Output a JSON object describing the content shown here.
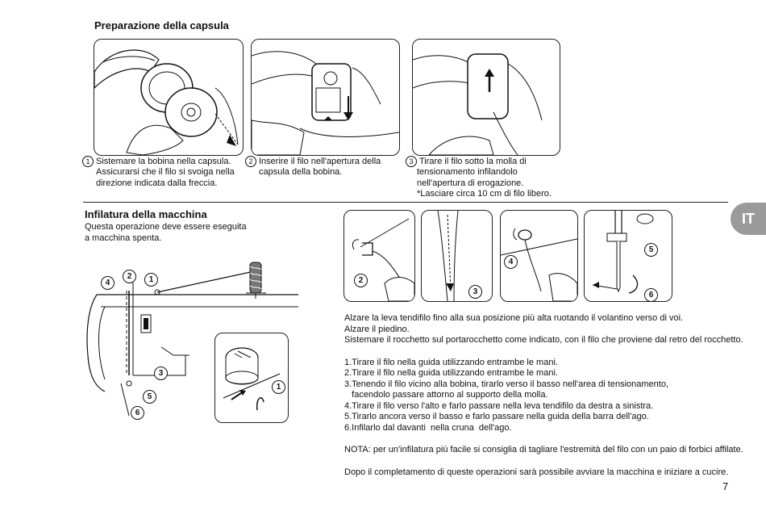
{
  "section1": {
    "title": "Preparazione della capsula",
    "captions": [
      {
        "num": "1",
        "lines": [
          "Sistemare la bobina nella capsula.",
          "Assicurarsi che il filo si svoiga nella",
          "direzione indicata dalla freccia."
        ]
      },
      {
        "num": "2",
        "lines": [
          "Inserire il filo nell'apertura della",
          "capsula della bobina."
        ]
      },
      {
        "num": "3",
        "lines": [
          "Tirare il filo sotto la molla di",
          "tensionamento infilandolo",
          "nell'apertura di erogazione.",
          "*Lasciare circa 10 cm di filo libero."
        ]
      }
    ]
  },
  "section2": {
    "title": "Infilatura della macchina",
    "intro": [
      "Questa operazione deve essere eseguita",
      "a macchina spenta."
    ],
    "diagram_labels": [
      "1",
      "2",
      "3",
      "4",
      "5",
      "6"
    ]
  },
  "side_tab": "IT",
  "instructions": {
    "intro": [
      "Alzare la leva tendifilo fino alla sua posizione più alta ruotando il volantino verso di voi.",
      "Alzare il piedino.",
      "Sistemare il rocchetto sul portarocchetto come indicato, con il filo che proviene dal retro del rocchetto."
    ],
    "steps": [
      "1.Tirare il filo nella guida utilizzando entrambe le mani.",
      "2.Tirare il filo nella guida utilizzando entrambe le mani.",
      "3.Tenendo il filo vicino alla bobina, tirarlo verso il basso nell'area di tensionamento,",
      "   facendolo passare attorno al supporto della molla.",
      "4.Tirare il filo verso l'alto e farlo passare nella leva tendifilo da destra a sinistra.",
      "5.Tirarlo ancora verso il basso e farlo passare nella guida della barra dell'ago.",
      "6.Infilarlo dal davanti  nella cruna  dell'ago."
    ],
    "note": "NOTA: per un'infilatura più facile si consiglia di tagliare l'estremità del filo con un paio di forbici affilate.",
    "closing": "Dopo il completamento di queste operazioni sarà possibile avviare la macchina e iniziare a cucire."
  },
  "page_number": "7"
}
